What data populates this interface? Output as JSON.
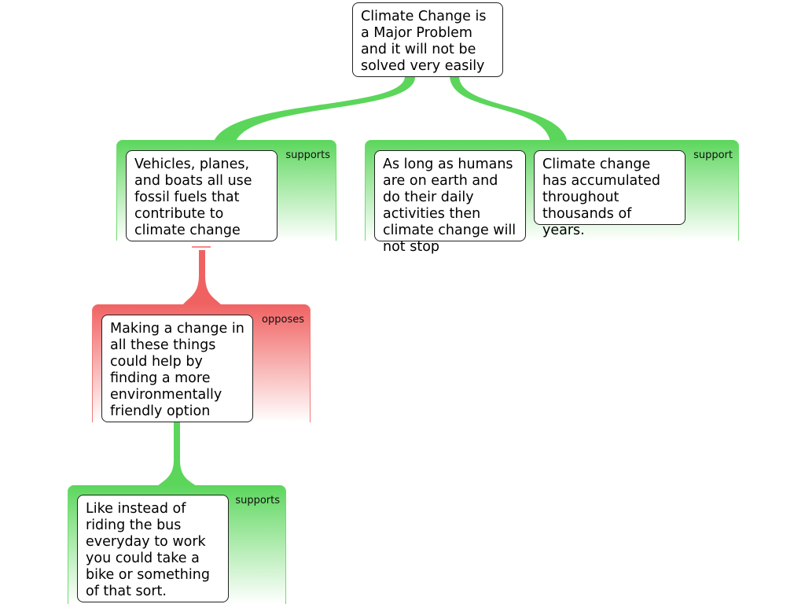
{
  "nodes": {
    "claim": "Climate Change is a Major Problem and it will not be solved very easily",
    "vehicles": "Vehicles, planes, and boats all use fossil fuels that contribute to climate change",
    "humans": "As long as humans are on earth and do their daily activities then climate change will not stop",
    "accumulated": "Climate change has accumulated throughout thousands of years.",
    "making_change": "Making a change in all these things could help by finding a more environmentally friendly option",
    "bike": "Like instead of riding the bus everyday to work you could take a bike or something of that sort."
  },
  "labels": {
    "supports_1": "supports",
    "support_2": "support",
    "opposes": "opposes",
    "supports_3": "supports"
  },
  "colors": {
    "support": "#5bd65b",
    "oppose": "#f06262"
  }
}
